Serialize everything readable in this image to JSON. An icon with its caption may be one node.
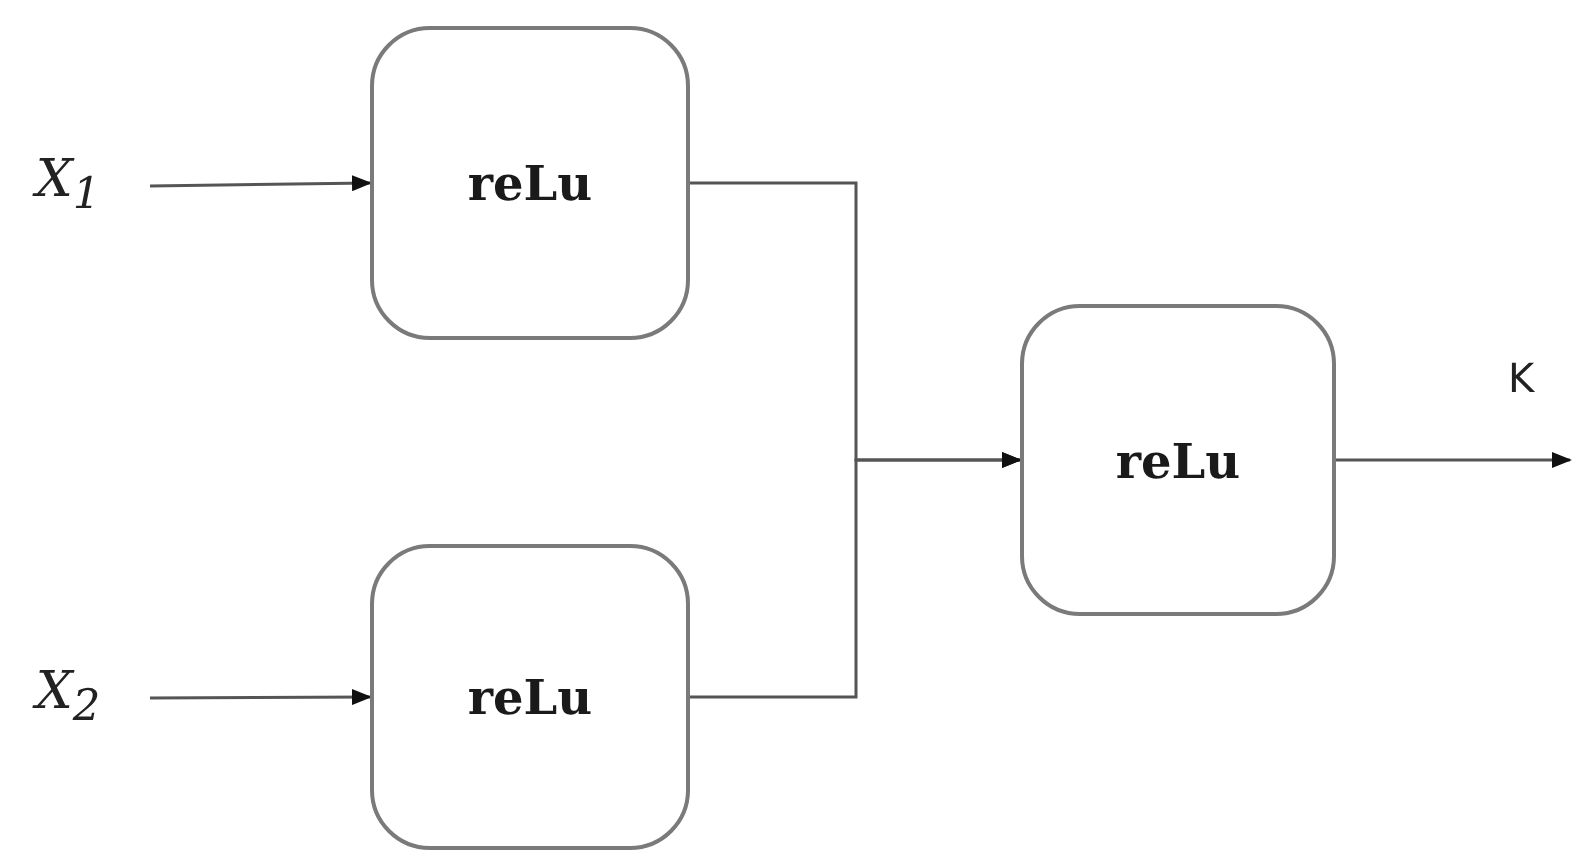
{
  "diagram": {
    "nodes": [
      {
        "text": [
          "X$_{1}$"
        ]
      },
      {
        "text": [
          "reLu"
        ]
      },
      {
        "text": [
          "X$_{2}$"
        ]
      },
      {
        "text": [
          "reLu"
        ]
      },
      {
        "text": [
          "reLu"
        ]
      }
    ],
    "edges": [
      {
        "from": 0,
        "to": 1,
        "arrow": "to"
      },
      {
        "from": 2,
        "to": 3,
        "arrow": "to"
      },
      {
        "from": 1,
        "to": 4,
        "arrow": "to"
      },
      {
        "from": 3,
        "to": 4,
        "arrow": "to"
      },
      {
        "from": 4,
        "to": null,
        "arrow": "to",
        "label": "K"
      }
    ]
  }
}
